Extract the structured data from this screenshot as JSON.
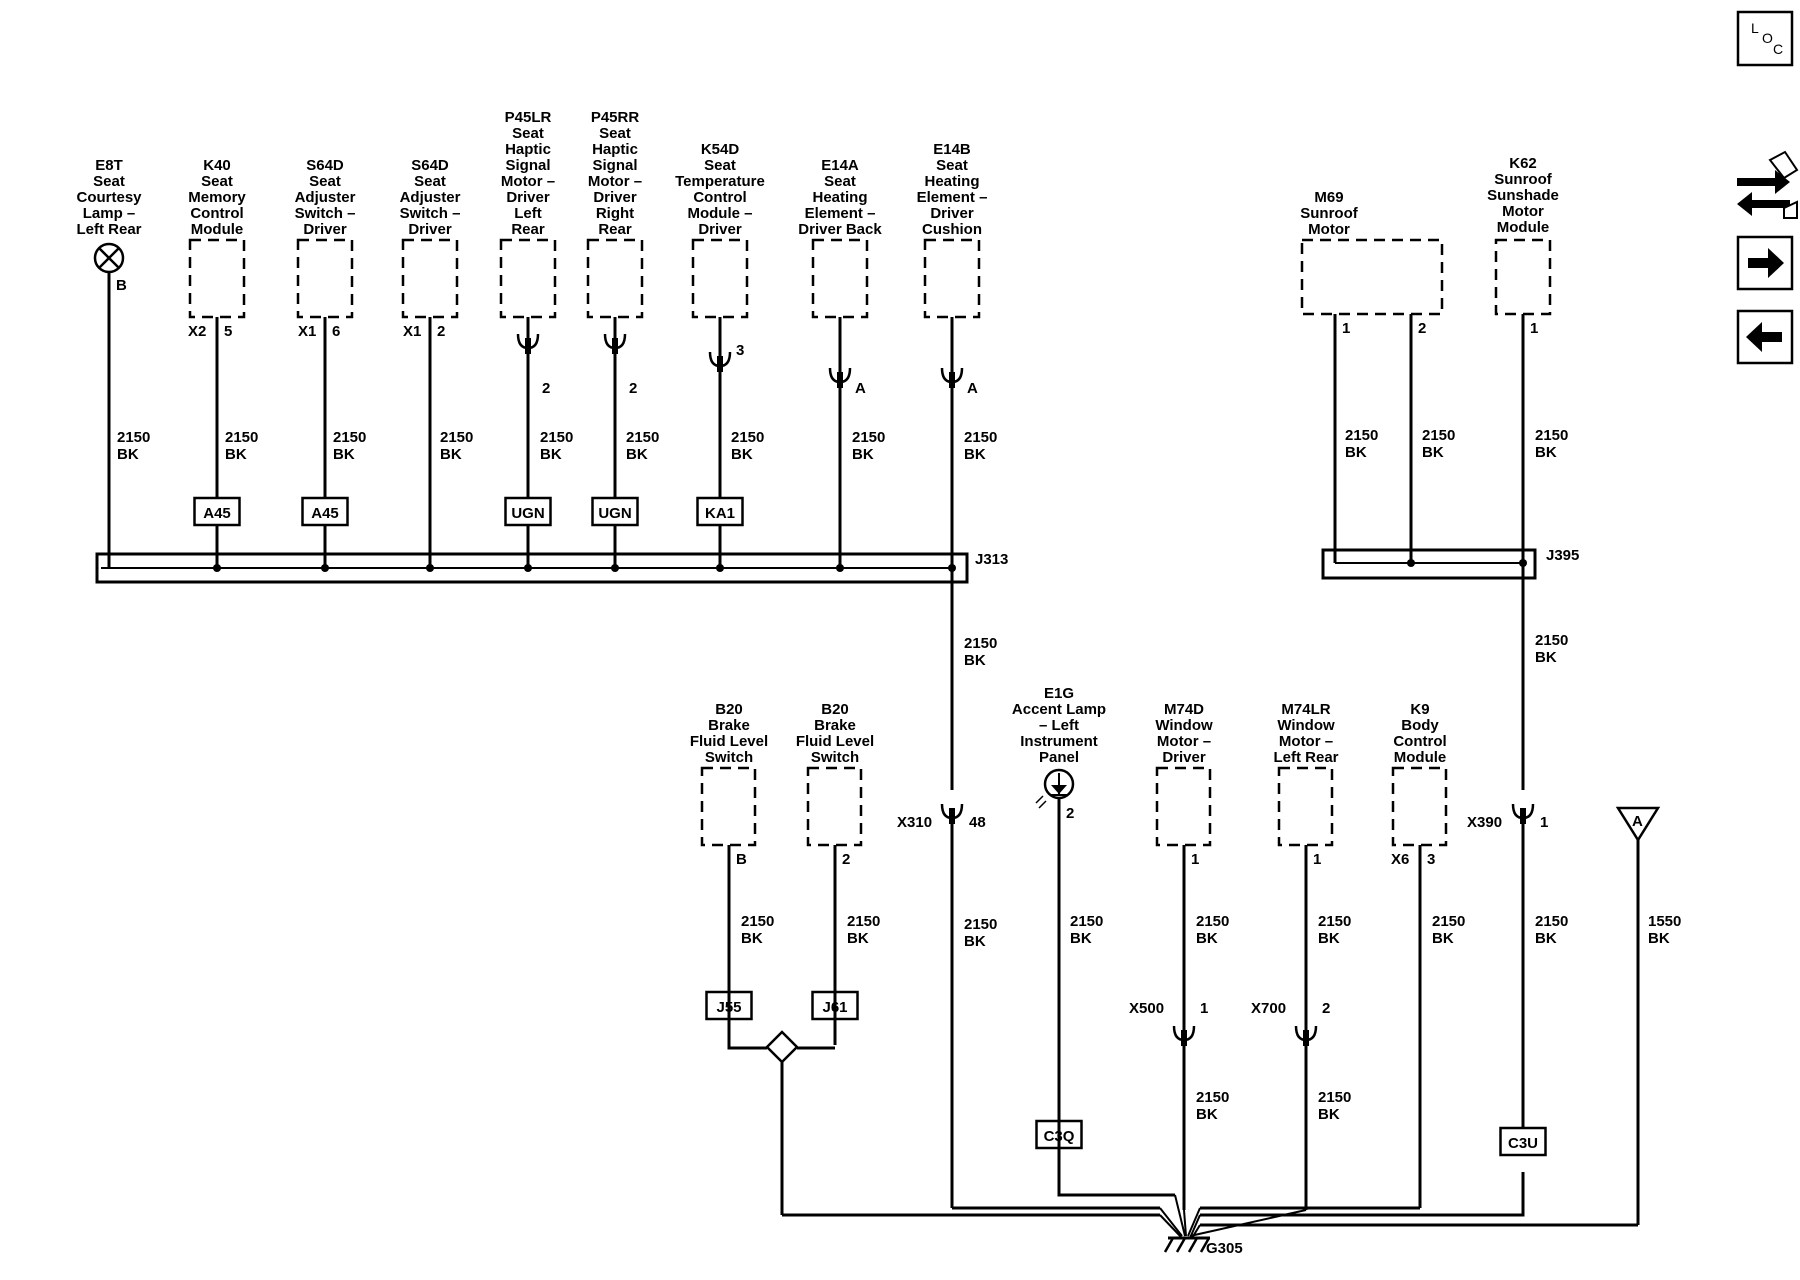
{
  "nav": {
    "loc_letters": [
      "L",
      "O",
      "C"
    ]
  },
  "components": {
    "e8t": [
      "E8T",
      "Seat",
      "Courtesy",
      "Lamp –",
      "Left Rear"
    ],
    "k40": [
      "K40",
      "Seat",
      "Memory",
      "Control",
      "Module"
    ],
    "s64d_a": [
      "S64D",
      "Seat",
      "Adjuster",
      "Switch –",
      "Driver"
    ],
    "s64d_b": [
      "S64D",
      "Seat",
      "Adjuster",
      "Switch –",
      "Driver"
    ],
    "p45lr": [
      "P45LR",
      "Seat",
      "Haptic",
      "Signal",
      "Motor –",
      "Driver",
      "Left",
      "Rear"
    ],
    "p45rr": [
      "P45RR",
      "Seat",
      "Haptic",
      "Signal",
      "Motor –",
      "Driver",
      "Right",
      "Rear"
    ],
    "k54d": [
      "K54D",
      "Seat",
      "Temperature",
      "Control",
      "Module –",
      "Driver"
    ],
    "e14a": [
      "E14A",
      "Seat",
      "Heating",
      "Element –",
      "Driver Back"
    ],
    "e14b": [
      "E14B",
      "Seat",
      "Heating",
      "Element –",
      "Driver",
      "Cushion"
    ],
    "m69": [
      "M69",
      "Sunroof",
      "Motor"
    ],
    "k62": [
      "K62",
      "Sunroof",
      "Sunshade",
      "Motor",
      "Module"
    ],
    "b20_a": [
      "B20",
      "Brake",
      "Fluid Level",
      "Switch"
    ],
    "b20_b": [
      "B20",
      "Brake",
      "Fluid Level",
      "Switch"
    ],
    "e1g": [
      "E1G",
      "Accent Lamp",
      "– Left",
      "Instrument",
      "Panel"
    ],
    "m74d": [
      "M74D",
      "Window",
      "Motor –",
      "Driver"
    ],
    "m74lr": [
      "M74LR",
      "Window",
      "Motor –",
      "Left Rear"
    ],
    "k9": [
      "K9",
      "Body",
      "Control",
      "Module"
    ]
  },
  "pins": {
    "e8t": "B",
    "k40_conn": "X2",
    "k40_pin": "5",
    "s64d_a_conn": "X1",
    "s64d_a_pin": "6",
    "s64d_b_conn": "X1",
    "s64d_b_pin": "2",
    "p45lr": "2",
    "p45rr": "2",
    "k54d": "3",
    "e14a": "A",
    "e14b": "A",
    "m69_1": "1",
    "m69_2": "2",
    "k62": "1",
    "x310_conn": "X310",
    "x310_pin": "48",
    "x390_conn": "X390",
    "x390_pin": "1",
    "b20_a": "B",
    "b20_b": "2",
    "e1g": "2",
    "m74d": "1",
    "m74lr": "1",
    "k9_conn": "X6",
    "k9_pin": "3",
    "x500_conn": "X500",
    "x500_pin": "1",
    "x700_conn": "X700",
    "x700_pin": "2"
  },
  "wire": {
    "circuit": "2150",
    "color": "BK",
    "circuit_a": "1550",
    "color_a": "BK"
  },
  "splice_boxes": {
    "k40": "A45",
    "s64d_a": "A45",
    "p45lr": "UGN",
    "p45rr": "UGN",
    "k54d": "KA1",
    "b20_a": "J55",
    "b20_b": "J61",
    "e1g": "C3Q",
    "c3u": "C3U"
  },
  "splices": {
    "j313": "J313",
    "j395": "J395"
  },
  "ground": "G305",
  "offpage": "A"
}
